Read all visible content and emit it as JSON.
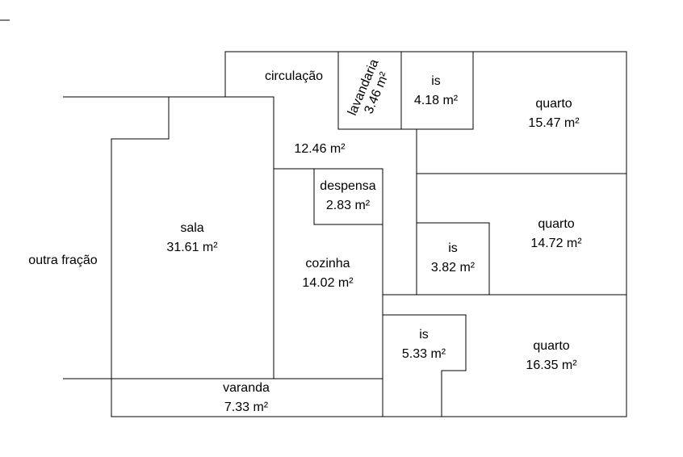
{
  "rooms": {
    "circulacao": {
      "name": "circulação",
      "area": "12.46 m²"
    },
    "lavandaria": {
      "name": "lavandaria",
      "area": "3.46 m²"
    },
    "is_top": {
      "name": "is",
      "area": "4.18 m²"
    },
    "quarto_top": {
      "name": "quarto",
      "area": "15.47 m²"
    },
    "despensa": {
      "name": "despensa",
      "area": "2.83 m²"
    },
    "sala": {
      "name": "sala",
      "area": "31.61 m²"
    },
    "cozinha": {
      "name": "cozinha",
      "area": "14.02 m²"
    },
    "is_mid": {
      "name": "is",
      "area": "3.82 m²"
    },
    "quarto_mid": {
      "name": "quarto",
      "area": "14.72 m²"
    },
    "is_bottom": {
      "name": "is",
      "area": "5.33 m²"
    },
    "quarto_bottom": {
      "name": "quarto",
      "area": "16.35 m²"
    },
    "varanda": {
      "name": "varanda",
      "area": "7.33 m²"
    }
  },
  "labels": {
    "outra_fracao": "outra fração"
  }
}
